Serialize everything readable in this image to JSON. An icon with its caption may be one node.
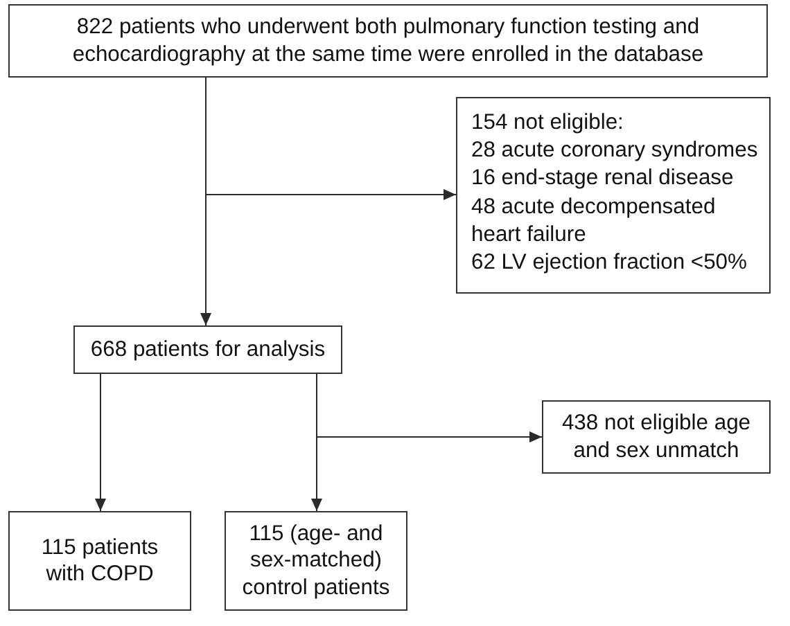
{
  "diagram": {
    "nodes": [
      {
        "text": [
          "822 patients who underwent both pulmonary function testing and echocardiography at the same time were enrolled in the database"
        ]
      },
      {
        "text": [
          "154 not eligible:",
          "28 acute coronary syndromes",
          "16 end-stage renal disease",
          "48 acute decompensated heart failure",
          "62 LV ejection fraction <50%"
        ]
      },
      {
        "text": [
          "668 patients for analysis"
        ]
      },
      {
        "text": [
          "438 not eligible age and sex unmatch"
        ]
      },
      {
        "text": [
          "115 patients with COPD"
        ]
      },
      {
        "text": [
          "115 (age- and sex-matched) control patients"
        ]
      }
    ],
    "edges": [
      {
        "from": 0,
        "to": 2,
        "arrow": "to"
      },
      {
        "from": 0,
        "to": 1,
        "arrow": "to"
      },
      {
        "from": 2,
        "to": 4,
        "arrow": "to"
      },
      {
        "from": 2,
        "to": 5,
        "arrow": "to"
      },
      {
        "from": 2,
        "to": 3,
        "arrow": "to"
      }
    ]
  }
}
